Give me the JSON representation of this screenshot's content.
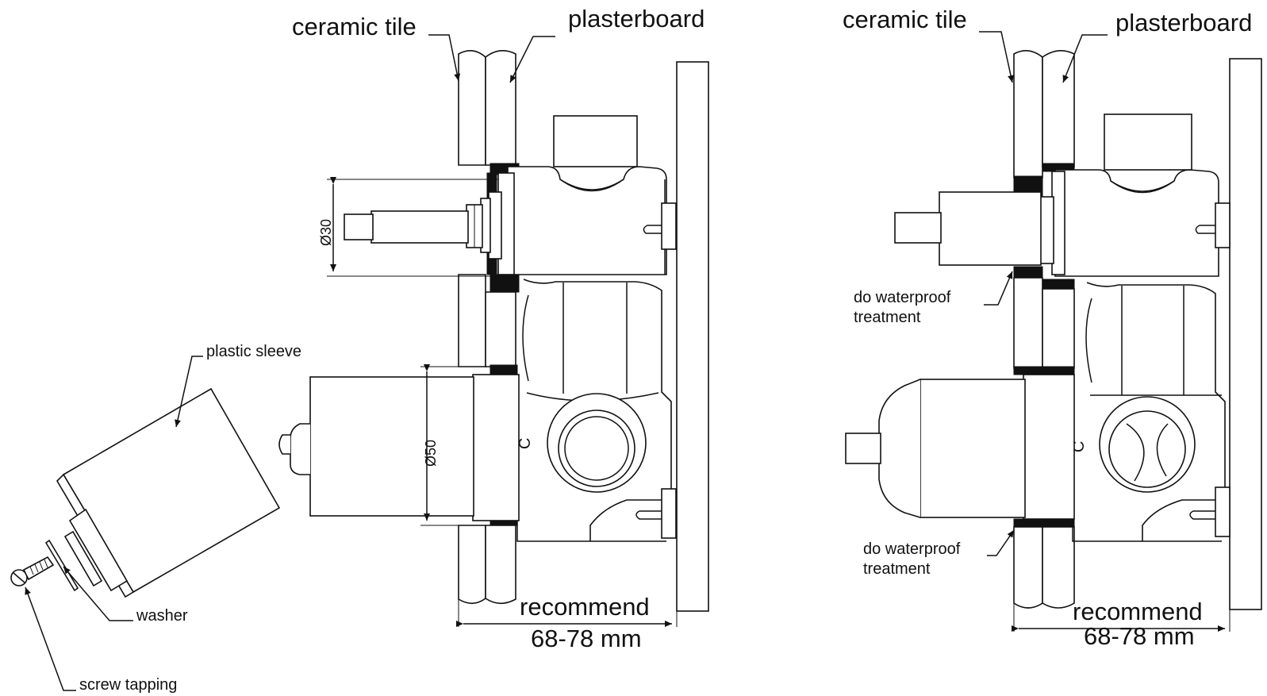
{
  "left_diagram": {
    "labels": {
      "ceramic_tile": "ceramic tile",
      "plasterboard": "plasterboard",
      "plastic_sleeve": "plastic sleeve",
      "washer": "washer",
      "screw_tapping": "screw tapping",
      "recommend": "recommend",
      "depth_range": "68-78 mm",
      "dia_small": "Ø30",
      "dia_large": "Ø50"
    }
  },
  "right_diagram": {
    "labels": {
      "ceramic_tile": "ceramic tile",
      "plasterboard": "plasterboard",
      "waterproof_upper_1": "do waterproof",
      "waterproof_upper_2": "treatment",
      "waterproof_lower_1": "do waterproof",
      "waterproof_lower_2": "treatment",
      "recommend": "recommend",
      "depth_range": "68-78 mm"
    }
  },
  "colors": {
    "line": "#111111",
    "background": "#ffffff"
  }
}
